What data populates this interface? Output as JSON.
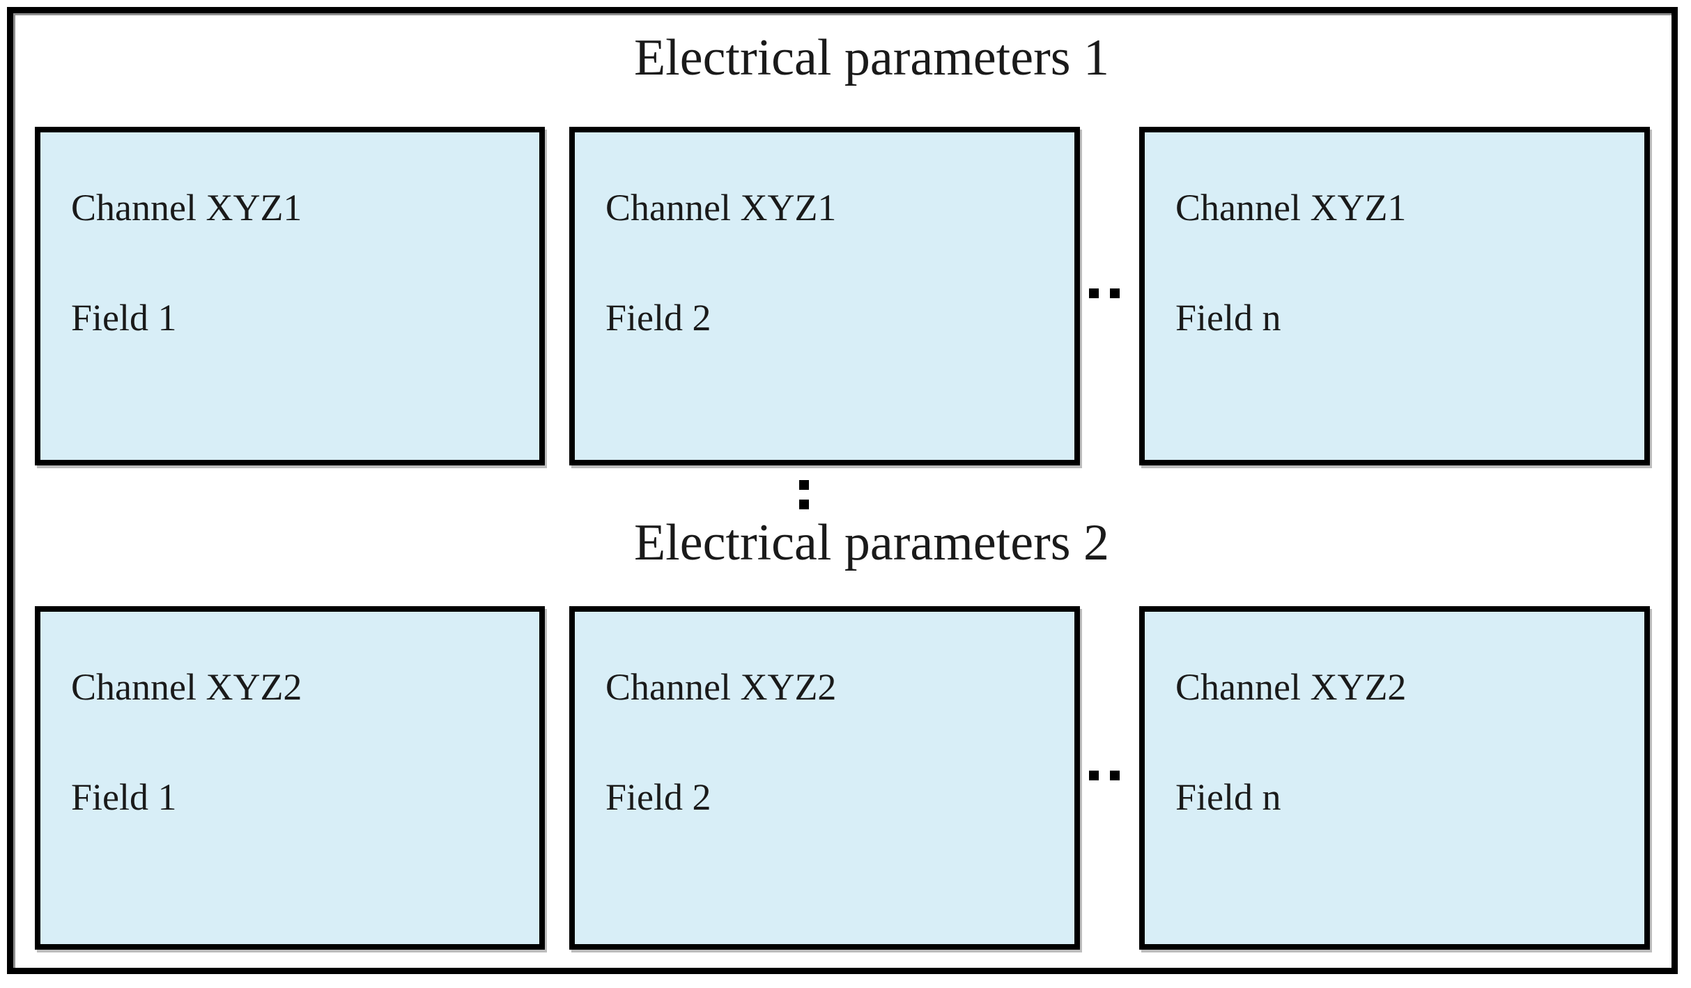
{
  "sections": [
    {
      "title": "Electrical parameters 1",
      "boxes": [
        {
          "channel": "Channel XYZ1",
          "field": "Field 1"
        },
        {
          "channel": "Channel XYZ1",
          "field": "Field 2"
        },
        {
          "channel": "Channel XYZ1",
          "field": "Field n"
        }
      ],
      "ellipsis_horizontal": ".."
    },
    {
      "title": "Electrical parameters 2",
      "boxes": [
        {
          "channel": "Channel XYZ2",
          "field": "Field 1"
        },
        {
          "channel": "Channel XYZ2",
          "field": "Field 2"
        },
        {
          "channel": "Channel XYZ2",
          "field": "Field n"
        }
      ],
      "ellipsis_horizontal": ".."
    }
  ],
  "ellipsis_vertical": ":",
  "colors": {
    "background": "#ffffff",
    "box_fill": "#d8eef7",
    "border": "#000000",
    "text": "#1a1a1a"
  }
}
